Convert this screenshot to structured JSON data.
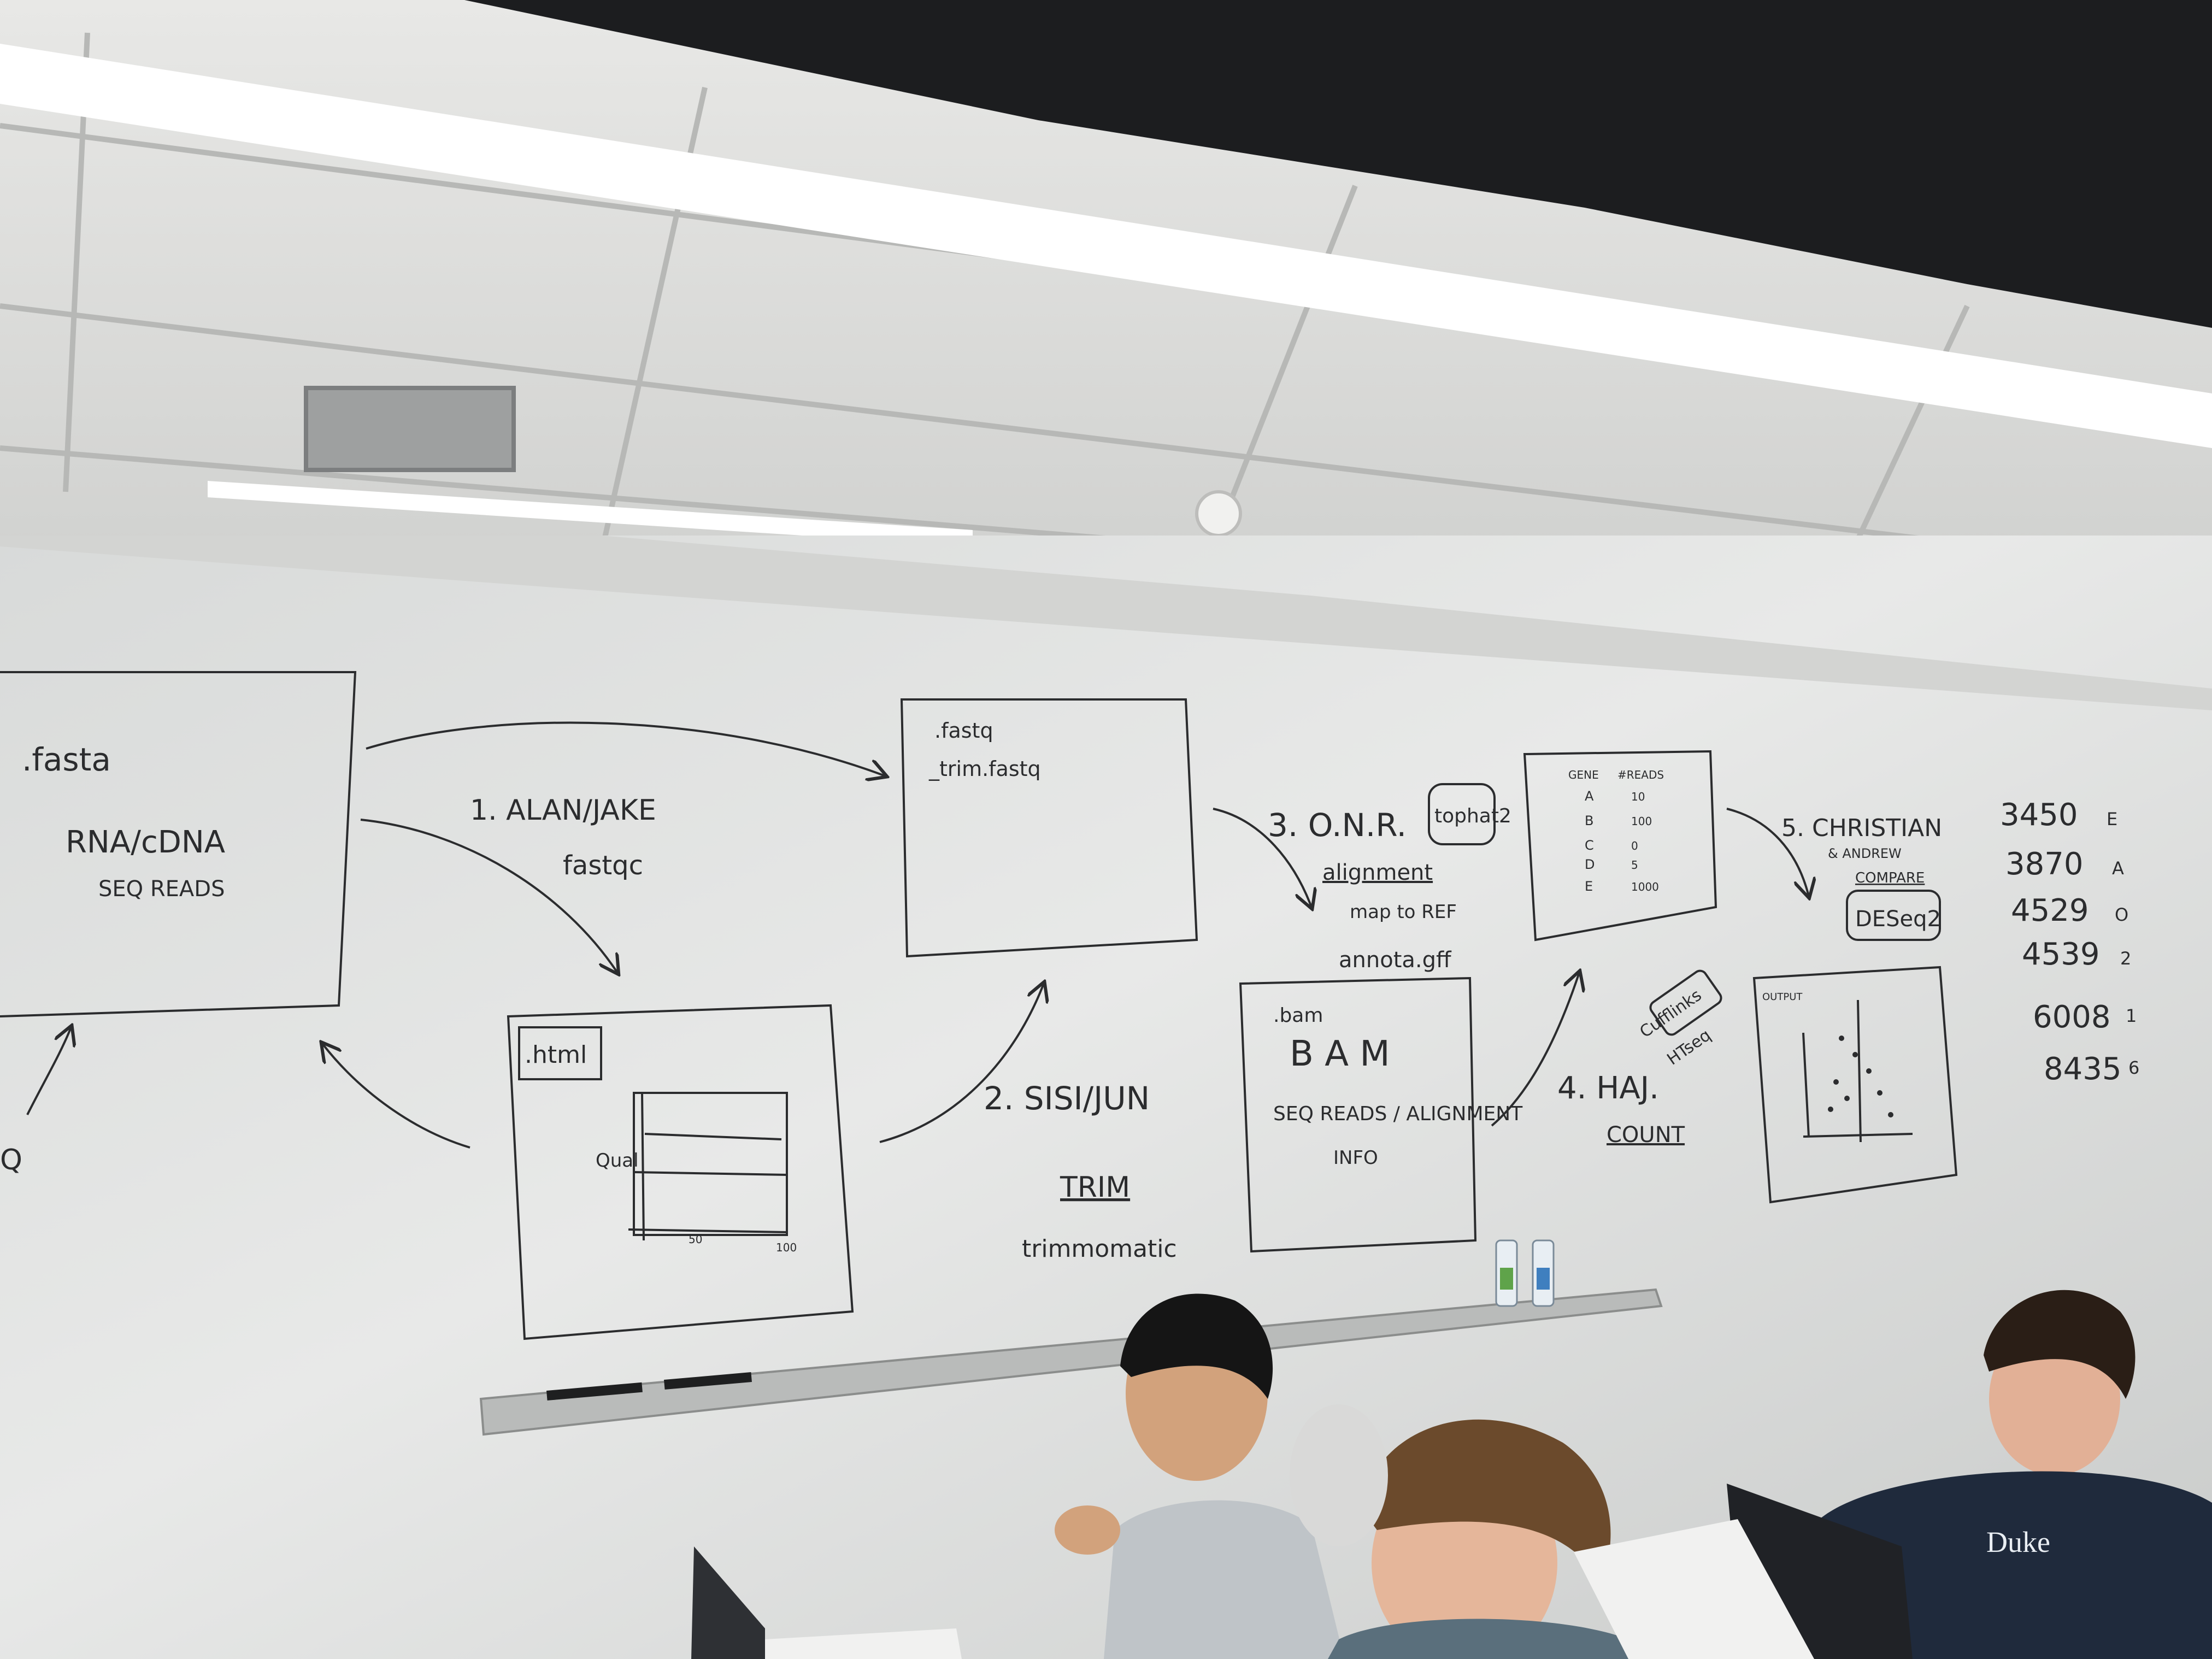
{
  "whiteboard": {
    "box_source": {
      "title": ".fasta",
      "line1": "RNA/cDNA",
      "line2": "SEQ READS"
    },
    "step1": {
      "label": "1. ALAN/JAKE",
      "tool": "fastqc"
    },
    "box_fastq": {
      "line1": ".fastq",
      "line2": "_trim.fastq"
    },
    "box_html": {
      "title": ".html",
      "y_label": "Qual",
      "x_tick_1": "50",
      "x_tick_2": "100"
    },
    "step2": {
      "label": "2. SISI/JUN",
      "tool": "TRIM",
      "tool_name": "trimmomatic"
    },
    "step3": {
      "label": "3. O.N.R.",
      "line1": "alignment",
      "line2": "map to REF",
      "line3": "annota.gff",
      "tool": "tophat2"
    },
    "box_bam": {
      "title": ".bam",
      "big": "B A M",
      "line1": "SEQ READS / ALIGNMENT",
      "line2": "INFO"
    },
    "step4": {
      "label": "4. HAJ.",
      "tool1": "Cufflinks",
      "tool2": "HTseq",
      "action": "COUNT"
    },
    "box_table": {
      "col1": "GENE",
      "col2": "#READS",
      "rows": [
        {
          "gene": "A",
          "reads": "10"
        },
        {
          "gene": "B",
          "reads": "100"
        },
        {
          "gene": "C",
          "reads": "0"
        },
        {
          "gene": "D",
          "reads": "5"
        },
        {
          "gene": "E",
          "reads": "1000"
        }
      ]
    },
    "step5": {
      "label": "5. CHRISTIAN",
      "line2": "& ANDREW",
      "line3": "COMPARE",
      "tool": "DESeq2"
    },
    "box_output": {
      "title": "OUTPUT"
    },
    "numbers": [
      {
        "value": "3450",
        "mark": "E"
      },
      {
        "value": "3870",
        "mark": "A"
      },
      {
        "value": "4529",
        "mark": "O"
      },
      {
        "value": "4539",
        "mark": "2"
      },
      {
        "value": "6008",
        "mark": "1"
      },
      {
        "value": "8435",
        "mark": "6"
      }
    ],
    "edge_fragment": "Q"
  },
  "sweatshirt_text": "Duke",
  "colors": {
    "marker": "#2b2c2e",
    "board": "#e6e7e6",
    "ceiling": "#dcdcda",
    "light": "#ffffff"
  }
}
